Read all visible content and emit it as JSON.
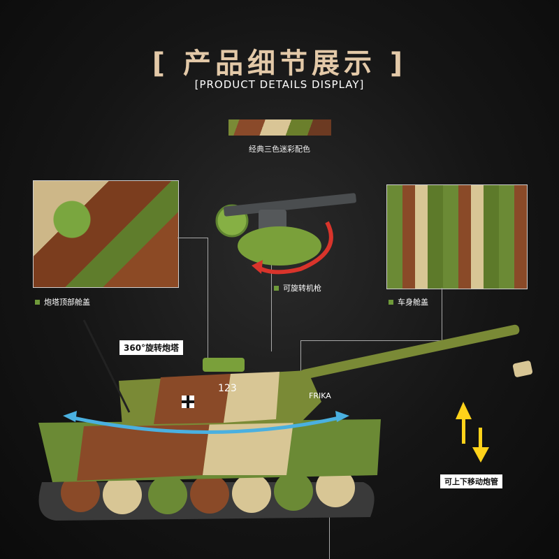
{
  "header": {
    "title": "[ 产品细节展示 ]",
    "subtitle": "[PRODUCT DETAILS DISPLAY]"
  },
  "swatch": {
    "label": "经典三色迷彩配色",
    "colors": [
      "#7a8a36",
      "#8a4a2a",
      "#d9c596",
      "#6b7f2c",
      "#6c3a22"
    ]
  },
  "callouts": {
    "turret_hatch": "炮塔顶部舱盖",
    "rotating_gun": "可旋转机枪",
    "hull_hatch": "车身舱盖",
    "turret_rotate": "360°旋转炮塔",
    "barrel_move": "可上下移动炮管"
  },
  "tank_markings": {
    "number": "123",
    "name": "FRIKA"
  },
  "accent": {
    "arrow_yellow": "#ffd21a",
    "arrow_red": "#d9342b",
    "arrow_blue": "#4ab0e0",
    "bullet_green": "#6f9a3a"
  }
}
